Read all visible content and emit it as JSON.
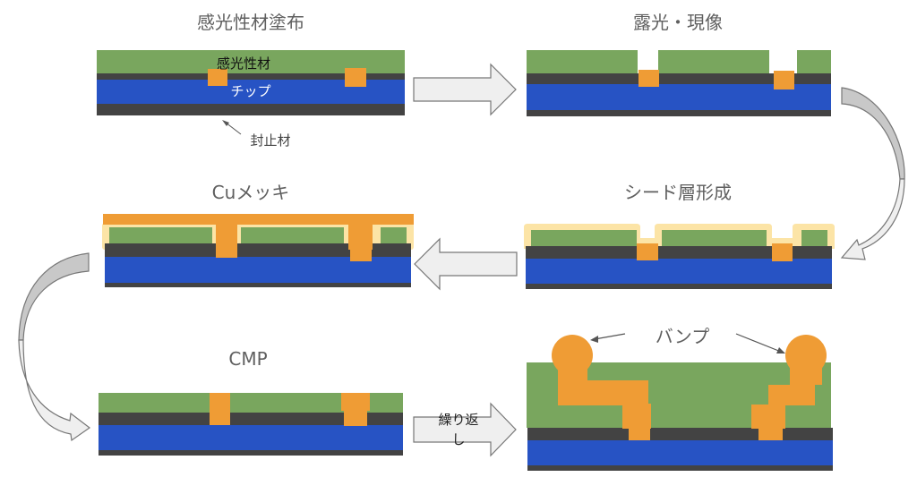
{
  "diagram": {
    "title": "Bump formation process flow",
    "colors": {
      "chip": "#2753c4",
      "encapsulant": "#434343",
      "photoresist": "#79a65e",
      "copper": "#ef9c35",
      "seed_layer": "#fce4a6",
      "arrow_fill": "#efefef",
      "title_text": "#5f5f5f"
    },
    "steps": [
      {
        "id": "coat",
        "title": "感光性材塗布",
        "labels": {
          "resist": "感光性材",
          "chip": "チップ",
          "encapsulant": "封止材"
        }
      },
      {
        "id": "expose",
        "title": "露光・現像"
      },
      {
        "id": "seed",
        "title": "シード層形成"
      },
      {
        "id": "plating",
        "title": "Cuメッキ"
      },
      {
        "id": "cmp",
        "title": "CMP"
      },
      {
        "id": "bump",
        "title": "",
        "labels": {
          "bump": "バンプ"
        }
      }
    ],
    "arrows": [
      {
        "from": "coat",
        "to": "expose",
        "label": ""
      },
      {
        "from": "expose",
        "to": "seed",
        "label": ""
      },
      {
        "from": "seed",
        "to": "plating",
        "label": ""
      },
      {
        "from": "plating",
        "to": "cmp",
        "label": ""
      },
      {
        "from": "cmp",
        "to": "bump",
        "label_line1": "繰り返",
        "label_line2": "し"
      }
    ]
  }
}
